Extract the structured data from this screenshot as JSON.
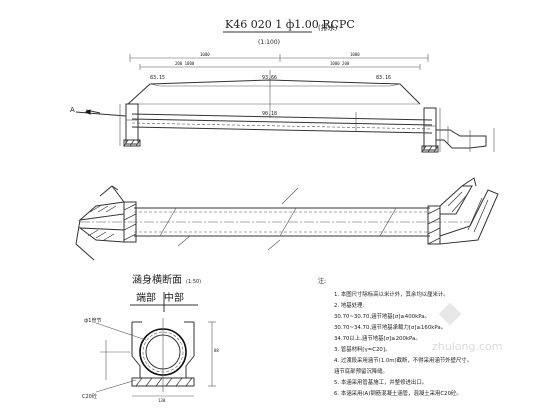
{
  "title": "K46 020 1 ф1.00 RCPC",
  "title_note": "(排水)",
  "scale_main": "(1:100)",
  "elevation": {
    "section_marker": "A",
    "top_labels": [
      "83.15",
      "93.66",
      "83.16"
    ],
    "mid_label": "90.18"
  },
  "cross_section": {
    "title": "涵身横断面",
    "scale": "(1:50)",
    "end_label": "端部",
    "mid_label": "中部",
    "pipe_label": "ф1管节",
    "base_label": "C20砼"
  },
  "notes": {
    "heading": "注:",
    "lines": [
      "1. 本图尺寸除标高以米计外，其余均以厘米计。",
      "2. 地基处理:",
      "   30.70~30.70,涵节地基[σ]≥400kPa。",
      "   30.70~34.70,涵节地基承载力[σ]≥160kPa。",
      "   34.70以上,涵节地基[σ]≥200kPa。",
      "3. 管基材料[γ=C20]。",
      "4. 过渡段采用涵节(1.0m)截断，不得采用涵节外壁尺寸。",
      "   涵节底部预留沉降缝。",
      "5. 本涵采用管基施工，并整修进出口。",
      "6. 本涵采用(A)钢筋混凝土涵管，混凝土采用C20砼。"
    ]
  },
  "watermark": "zhulong.com"
}
